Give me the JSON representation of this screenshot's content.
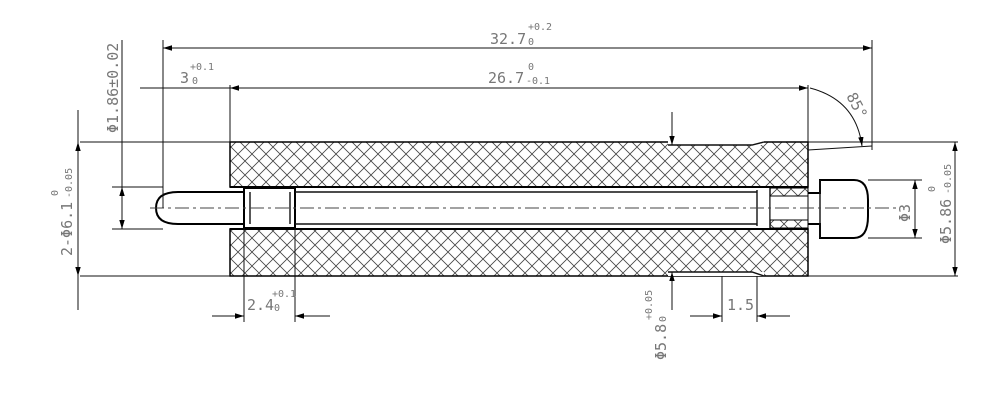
{
  "dimensions": {
    "overall_length": {
      "value": "32.7",
      "tol_upper": "+0.2",
      "tol_lower": "0"
    },
    "body_length": {
      "value": "26.7",
      "tol_upper": "0",
      "tol_lower": "-0.1"
    },
    "offset_left": {
      "value": "3",
      "tol_upper": "+0.1",
      "tol_lower": "0"
    },
    "angle": {
      "value": "85°"
    },
    "pin_diameter": {
      "value": "Φ1.86±0.02"
    },
    "body_diameter": {
      "value": "2-Φ6.1",
      "tol_upper": "0",
      "tol_lower": "-0.05"
    },
    "tip_diameter": {
      "value": "Φ3"
    },
    "outer_diameter": {
      "value": "Φ5.86",
      "tol_upper": "0",
      "tol_lower": "-0.05"
    },
    "sleeve_length": {
      "value": "2.4",
      "tol_upper": "+0.1",
      "tol_lower": "0"
    },
    "groove_diameter": {
      "value": "Φ5.8",
      "tol_upper": "+0.05",
      "tol_lower": "0"
    },
    "groove_width": {
      "value": "1.5"
    }
  },
  "colors": {
    "line": "#000000",
    "text": "#777777",
    "hatch": "#444444"
  }
}
